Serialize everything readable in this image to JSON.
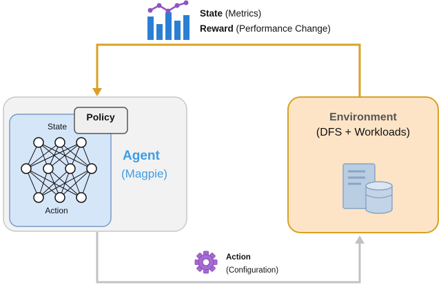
{
  "feedback": {
    "state_bold": "State",
    "state_detail": "(Metrics)",
    "reward_bold": "Reward",
    "reward_detail": "(Performance Change)"
  },
  "agent": {
    "policy_label": "Policy",
    "nn_input_label": "State",
    "nn_output_label": "Action",
    "name": "Agent",
    "subtitle": "(Magpie)"
  },
  "environment": {
    "title": "Environment",
    "subtitle": "(DFS + Workloads)"
  },
  "action": {
    "bold": "Action",
    "detail": "(Configuration)"
  },
  "icons": {
    "metrics": "bar-chart-line-icon",
    "config": "gear-icon",
    "environment": "server-database-icon"
  },
  "colors": {
    "feedback_arrow": "#d9a023",
    "action_arrow": "#c2c2c2",
    "agent_box_fill": "#f2f2f2",
    "agent_box_stroke": "#c7c7c7",
    "nn_box_fill": "#d6e6f9",
    "nn_box_stroke": "#7b9ac4",
    "env_box_fill": "#fde4c6",
    "env_box_stroke": "#d9a023",
    "agent_text": "#3d9de6",
    "gear": "#a66bd4",
    "chart_bars": "#2a7fd4",
    "chart_line": "#8e54c4"
  }
}
